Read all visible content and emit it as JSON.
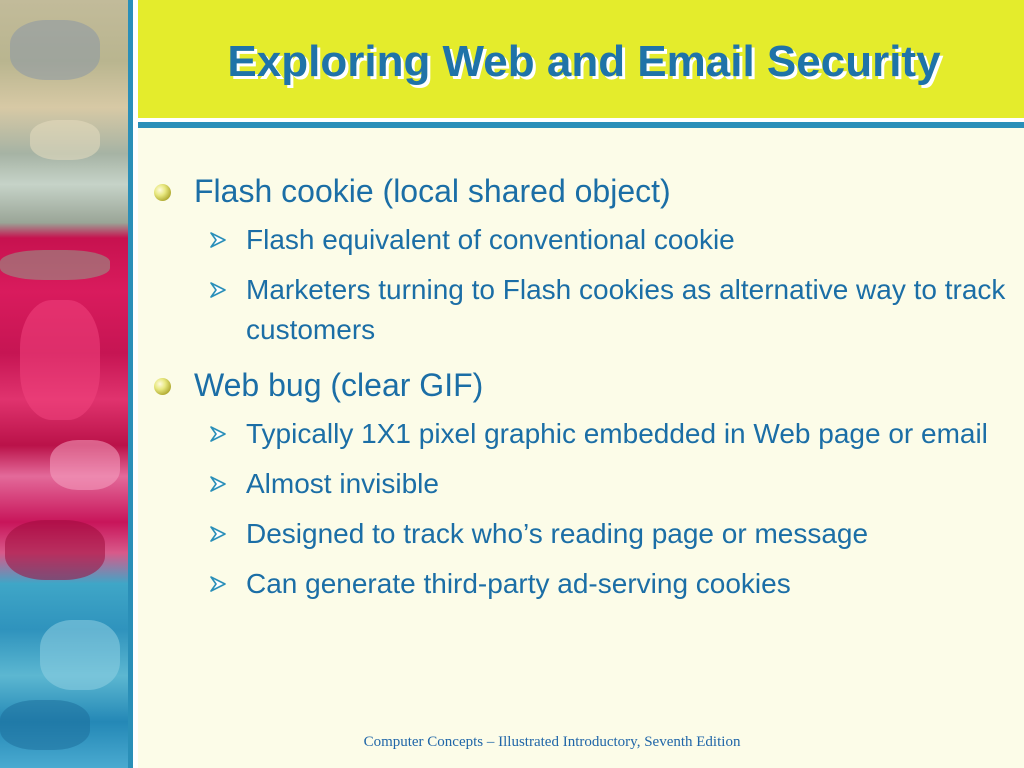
{
  "slide": {
    "title": "Exploring Web and Email Security",
    "bullets": [
      {
        "text": "Flash cookie (local shared object)",
        "subitems": [
          "Flash equivalent of conventional cookie",
          "Marketers turning to Flash cookies as  alternative way to track customers"
        ]
      },
      {
        "text": "Web bug (clear GIF)",
        "subitems": [
          "Typically 1X1 pixel graphic embedded in Web page or email",
          "Almost invisible",
          "Designed to track who’s reading page or message",
          "Can generate third-party ad-serving cookies"
        ]
      }
    ],
    "footer": "Computer Concepts – Illustrated Introductory, Seventh Edition"
  },
  "icons": {
    "bullet": "round-olive-bullet-icon",
    "sub_bullet": "arrowhead-bullet-icon"
  },
  "colors": {
    "title_band": "#e4ec2c",
    "title_text": "#1f73a8",
    "body_text": "#1b6ea6",
    "background": "#fcfce8",
    "accent_blue": "#2a8fb8"
  }
}
